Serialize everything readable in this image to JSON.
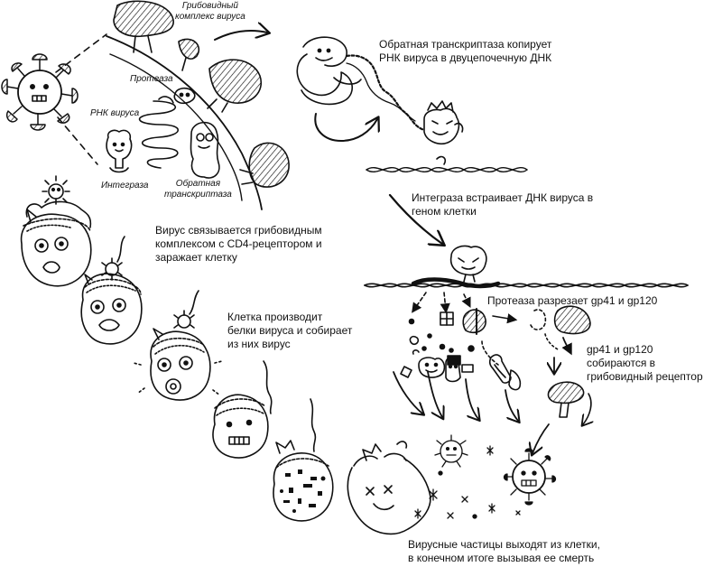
{
  "labels": {
    "mushroom_complex": [
      "Грибовидный",
      "комплекс вируса"
    ],
    "protease": "Протеаза",
    "rna": "РНК вируса",
    "integrase": "Интеграза",
    "reverse_transcriptase": [
      "Обратная",
      "транскриптаза"
    ]
  },
  "steps": {
    "reverse_transcription": [
      "Обратная транскриптаза копирует",
      "РНК вируса в двуцепочечную ДНК"
    ],
    "integration": [
      "Интеграза встраивает ДНК вируса в",
      "геном клетки"
    ],
    "binding": [
      "Вирус связывается грибовидным",
      "комплексом  с CD4-рецептором и",
      "заражает клетку"
    ],
    "assembly": [
      "Клетка производит",
      "белки вируса и собирает",
      "из них вирус"
    ],
    "protease_cut": "Протеаза разрезает gp41 и gp120",
    "receptor_assembly": [
      "gp41 и gp120",
      "собираются в",
      "грибовидный рецептор"
    ],
    "release": [
      "Вирусные частицы выходят из клетки,",
      "в конечном итоге вызывая ее смерть"
    ]
  },
  "icons": [
    "virus-icon",
    "cell-icon",
    "mushroom-complex-icon",
    "enzyme-icon",
    "arrow-icon",
    "dna-strand-icon"
  ]
}
